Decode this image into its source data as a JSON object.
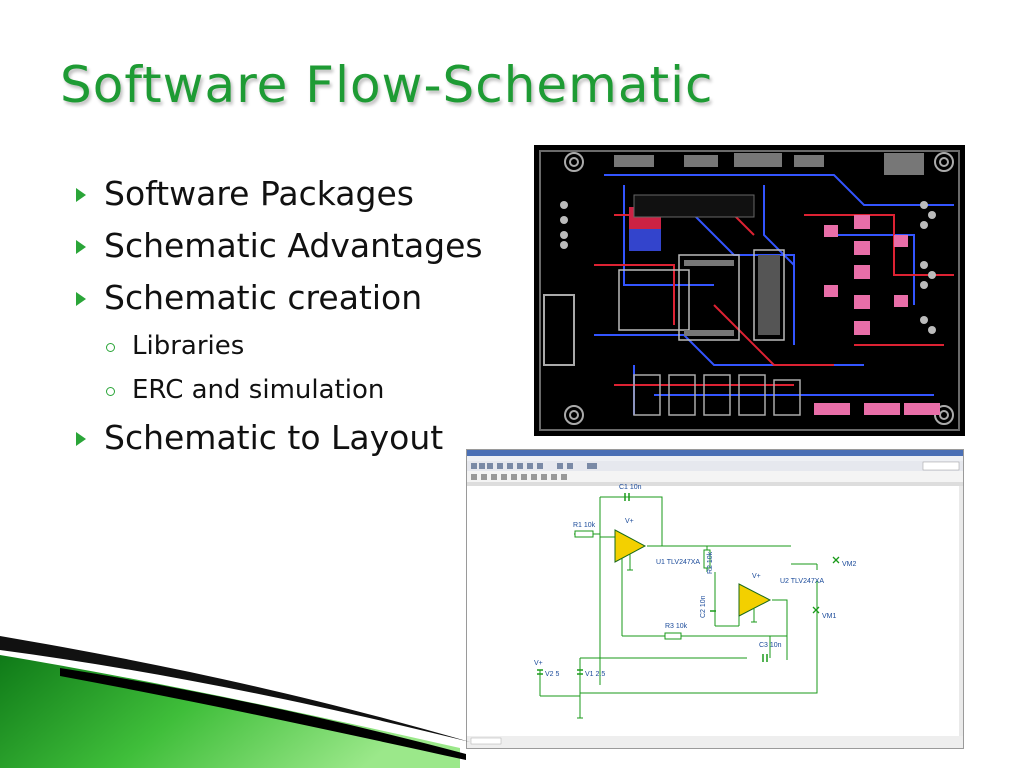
{
  "slide": {
    "title": "Software Flow-Schematic",
    "bullets": [
      "Software Packages",
      "Schematic Advantages",
      "Schematic creation",
      "Libraries",
      "ERC and simulation",
      "Schematic to Layout"
    ]
  },
  "images": {
    "pcb_layout": "pcb-layout-screenshot",
    "schematic_editor": "schematic-editor-screenshot"
  },
  "schematic": {
    "labels": {
      "c1": "C1 10n",
      "r1": "R1 10k",
      "u1": "U1 TLV247XA",
      "r2": "R2 10k",
      "c2": "C2 10n",
      "u2": "U2 TLV247XA",
      "r3": "R3 10k",
      "c3": "C3 10n",
      "v2": "V2 5",
      "v1": "V1 2.5",
      "vm1": "VM1",
      "vm2": "VM2",
      "vplus": "V+"
    }
  },
  "colors": {
    "title": "#1e9b34",
    "bullet_marker": "#2aa538",
    "opamp": "#f3d000",
    "wire": "#1a9a1a",
    "pcb_bg": "#000000"
  }
}
